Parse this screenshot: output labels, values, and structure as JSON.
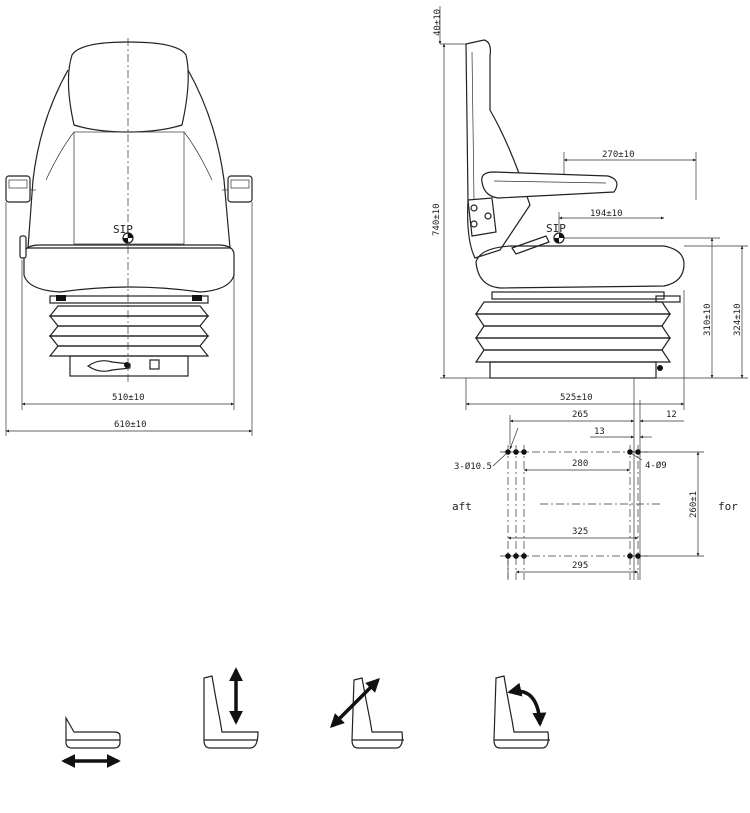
{
  "front_view": {
    "sip_label": "SIP",
    "width_inner": "510±10",
    "width_outer": "610±10"
  },
  "side_view": {
    "sip_label": "SIP",
    "top_offset": "40±10",
    "total_height": "740±10",
    "armrest_length": "270±10",
    "sip_to_front": "194±10",
    "sip_height": "310±10",
    "cushion_height": "324±10",
    "depth": "525±10"
  },
  "mounting_plan": {
    "dim_265": "265",
    "dim_12": "12",
    "dim_13": "13",
    "holes_left": "3-Ø10.5",
    "holes_right": "4-Ø9",
    "dim_280": "280",
    "dim_325": "325",
    "dim_295": "295",
    "dim_260": "260±1",
    "aft_label": "aft",
    "fore_label": "for"
  },
  "adjustments": [
    {
      "icon": "fore-aft-adjust-icon"
    },
    {
      "icon": "height-adjust-icon"
    },
    {
      "icon": "backrest-tilt-icon"
    },
    {
      "icon": "backrest-recline-icon"
    }
  ]
}
